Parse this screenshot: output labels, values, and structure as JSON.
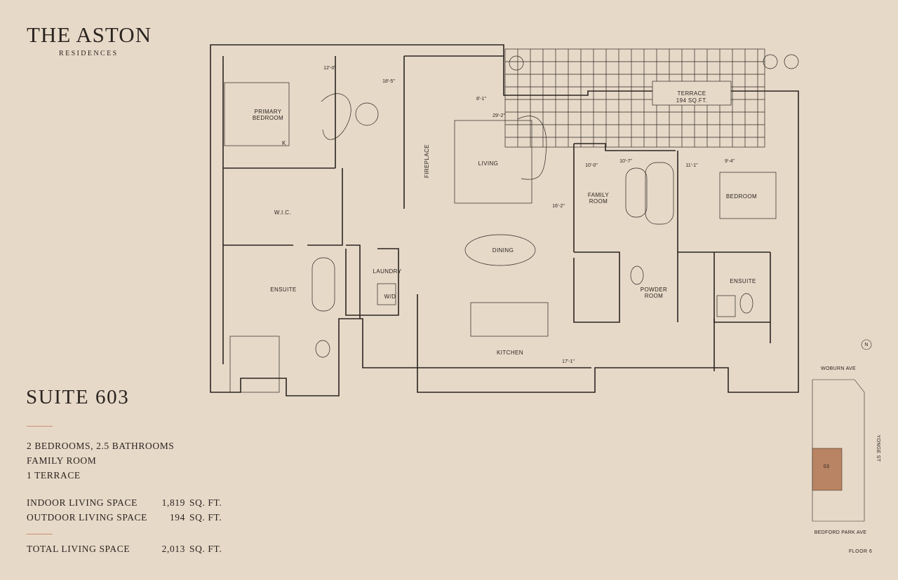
{
  "brand": {
    "title": "THE ASTON",
    "subtitle": "RESIDENCES"
  },
  "suite": {
    "title": "SUITE 603",
    "features": [
      "2 BEDROOMS, 2.5 BATHROOMS",
      "FAMILY ROOM",
      "1 TERRACE"
    ],
    "stats": [
      {
        "label": "INDOOR LIVING SPACE",
        "value": "1,819",
        "unit": "SQ. FT."
      },
      {
        "label": "OUTDOOR LIVING SPACE",
        "value": "194",
        "unit": "SQ. FT."
      }
    ],
    "total": {
      "label": "TOTAL LIVING SPACE",
      "value": "2,013",
      "unit": "SQ. FT."
    }
  },
  "plan": {
    "rooms": {
      "primary_bedroom_1": "PRIMARY",
      "primary_bedroom_2": "BEDROOM",
      "wic": "W.I.C.",
      "ensuite_left": "ENSUITE",
      "laundry": "LAUNDRY",
      "wd": "W/D",
      "fireplace": "FIREPLACE",
      "living": "LIVING",
      "dining": "DINING",
      "kitchen": "KITCHEN",
      "family_1": "FAMILY",
      "family_2": "ROOM",
      "powder_1": "POWDER",
      "powder_2": "ROOM",
      "terrace_1": "TERRACE",
      "terrace_2": "194 SQ.FT.",
      "bedroom": "BEDROOM",
      "ensuite_right": "ENSUITE",
      "k_mark": "K"
    },
    "dimensions": {
      "d1": "12'-0\"",
      "d2": "18'-5\"",
      "d3": "8'-1\"",
      "d4": "29'-2\"",
      "d5": "10'-0\"",
      "d6": "10'-7\"",
      "d7": "11'-1\"",
      "d8": "9'-4\"",
      "d9": "16'-2\"",
      "d10": "17'-1\""
    }
  },
  "keymap": {
    "north": "N",
    "street_top": "WOBURN AVE",
    "street_right": "YONGE ST",
    "street_bottom": "BEDFORD PARK AVE",
    "unit_marker": "03",
    "highlight_color": "#b98463"
  },
  "floor": "FLOOR 6",
  "colors": {
    "background": "#e7d9c8",
    "accent_rule": "#c98f73",
    "ink": "#2a2420"
  }
}
